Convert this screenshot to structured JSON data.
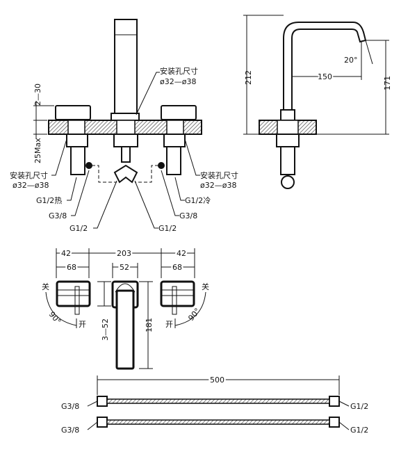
{
  "front_view": {
    "install_hole_label": "安装孔尺寸",
    "install_hole_size": "ø32—ø38",
    "dim_2_30": "2—30",
    "dim_25max": "25Max",
    "hot_inlet": "G1/2热",
    "cold_inlet": "G1/2冷",
    "left_g38": "G3/8",
    "right_g38": "G3/8",
    "left_g12": "G1/2",
    "right_g12": "G1/2"
  },
  "side_view": {
    "dim_212": "212",
    "dim_150": "150",
    "dim_171": "171",
    "angle_20": "20°"
  },
  "top_view": {
    "dim_42_left": "42",
    "dim_203": "203",
    "dim_42_right": "42",
    "dim_68_left": "68",
    "dim_52": "52",
    "dim_68_right": "68",
    "dim_3_52": "3—52",
    "dim_181": "181",
    "close_label": "关",
    "open_label": "开",
    "angle_90": "90°"
  },
  "hoses": {
    "length": "500",
    "hose1_left": "G3/8",
    "hose1_right": "G1/2",
    "hose2_left": "G3/8",
    "hose2_right": "G1/2"
  }
}
